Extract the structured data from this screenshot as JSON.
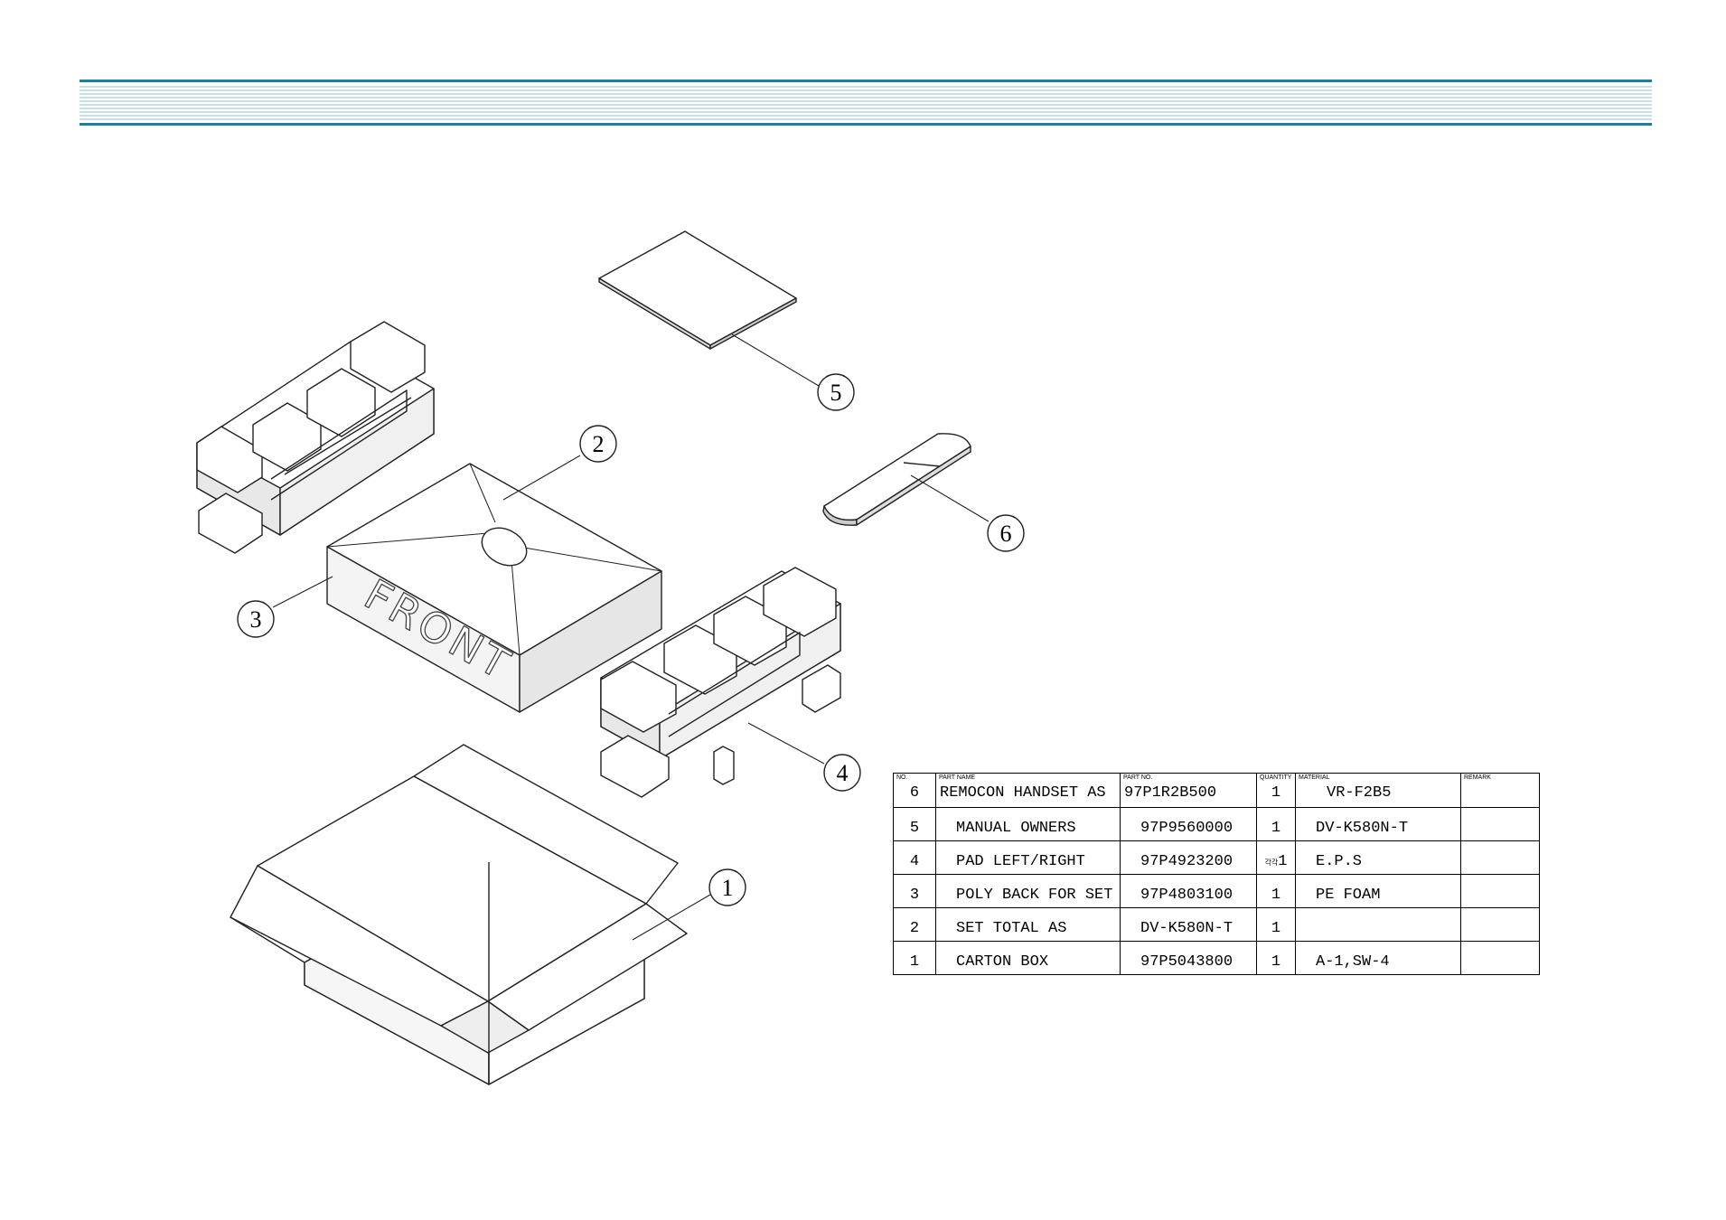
{
  "diagram": {
    "front_marking": "FRONT",
    "callouts": [
      "1",
      "2",
      "3",
      "4",
      "5",
      "6"
    ]
  },
  "table": {
    "headers": {
      "no": "NO.",
      "part_name": "PART NAME",
      "part_no": "PART NO.",
      "quantity": "QUANTITY",
      "material": "MATERIAL",
      "remark": "REMARK"
    },
    "rows": [
      {
        "no": "6",
        "part_name": "REMOCON HANDSET AS",
        "part_no": "97P1R2B500",
        "qty_note": "",
        "quantity": "1",
        "material": "VR-F2B5",
        "remark": ""
      },
      {
        "no": "5",
        "part_name": "MANUAL OWNERS",
        "part_no": "97P9560000",
        "qty_note": "",
        "quantity": "1",
        "material": "DV-K580N-T",
        "remark": ""
      },
      {
        "no": "4",
        "part_name": "PAD LEFT/RIGHT",
        "part_no": "97P4923200",
        "qty_note": "각각",
        "quantity": "1",
        "material": "E.P.S",
        "remark": ""
      },
      {
        "no": "3",
        "part_name": "POLY BACK FOR SET",
        "part_no": "97P4803100",
        "qty_note": "",
        "quantity": "1",
        "material": "PE FOAM",
        "remark": ""
      },
      {
        "no": "2",
        "part_name": "SET TOTAL AS",
        "part_no": "DV-K580N-T",
        "qty_note": "",
        "quantity": "1",
        "material": "",
        "remark": ""
      },
      {
        "no": "1",
        "part_name": "CARTON BOX",
        "part_no": "97P5043800",
        "qty_note": "",
        "quantity": "1",
        "material": "A-1,SW-4",
        "remark": ""
      }
    ]
  }
}
